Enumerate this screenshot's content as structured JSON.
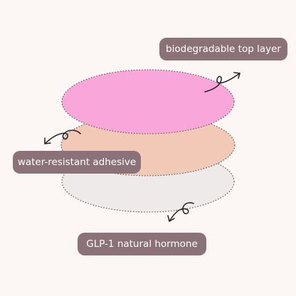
{
  "labels": {
    "top_layer": "biodegradable top layer",
    "adhesive": "water-resistant adhesive",
    "hormone": "GLP-1 natural hormone"
  },
  "colors": {
    "background": "#fcf7f5",
    "top_layer_fill": "#f9a6db",
    "adhesive_fill": "#f2c9b6",
    "hormone_fill": "#eeeaea",
    "outline": "#555555",
    "pill_bg": "#8b7278",
    "pill_text": "#ffffff",
    "arrow": "#222222"
  }
}
